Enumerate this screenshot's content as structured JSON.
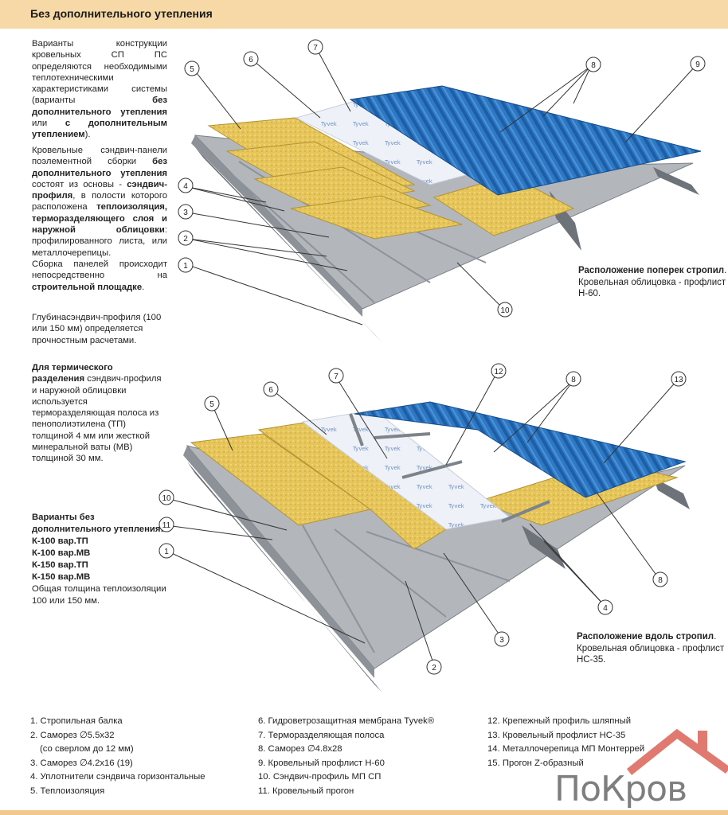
{
  "header": {
    "title": "Без дополнительного утепления"
  },
  "intro": {
    "p1_a": "Варианты конструкции кровельных СП ПС определяются необходимыми теплотехническими характеристиками системы (варианты ",
    "p1_b": "без дополнительного утепления",
    "p1_c": " или ",
    "p1_d": "с дополнительным утеплением",
    "p1_e": ").",
    "p2_a": "Кровельные сэндвич-панели поэлементной сборки ",
    "p2_b": "без дополнительного утепления",
    "p2_c": " состоят из основы - ",
    "p2_d": "сэндвич-профиля",
    "p2_e": ", в полости которого расположена ",
    "p2_f": "теплоизоляция, терморазделяющего слоя и наружной облицовки",
    "p2_g": ": профилированного листа, или металлочерепицы.",
    "p2_h": "Сборка панелей происходит непосредственно на ",
    "p2_i": "строительной площадке",
    "p2_j": ".",
    "p3": "Глубинасэндвич-профиля (100 или 150 мм) определяется прочностным расчетами.",
    "p4_a": "Для термического разделения",
    "p4_b": " сэндвич-профиля и наружной облицовки используется терморазделяющая полоса из пенополиэтилена (ТП) толщиной 4 мм или жесткой минеральной ваты (МВ) толщиной 30 мм."
  },
  "variants": {
    "title": "Варианты без дополнительного утепления:",
    "items": [
      "К-100 вар.ТП",
      "К-100 вар.МВ",
      "К-150 вар.ТП",
      "К-150 вар.МВ"
    ],
    "note": "Общая толщина теплоизоляции 100 или 150 мм."
  },
  "captions": {
    "top_title": "Расположение поперек стропил",
    "top_dot": ".",
    "top_text": "Кровельная облицовка - профлист Н-60.",
    "bottom_title": "Расположение вдоль стропил",
    "bottom_dot": ".",
    "bottom_text": "Кровельная облицовка - профлист НС-35."
  },
  "membrane_brand": "Tyvek",
  "callouts": {
    "top": [
      "5",
      "6",
      "7",
      "8",
      "9",
      "4",
      "3",
      "2",
      "1",
      "10"
    ],
    "bottom": [
      "7",
      "12",
      "8",
      "13",
      "6",
      "5",
      "10",
      "11",
      "1",
      "4",
      "8",
      "3",
      "2"
    ]
  },
  "legend": {
    "col1": [
      "1. Стропильная балка",
      "2. Саморез ∅5.5x32",
      "(со сверлом до 12 мм)",
      "3. Саморез ∅4.2x16 (19)",
      "4. Уплотнители сэндвича горизонтальные",
      "5. Теплоизоляция"
    ],
    "col2": [
      "6. Гидроветрозащитная мембрана Tyvek®",
      "7. Терморазделяющая полоса",
      "8. Саморез ∅4.8x28",
      "9. Кровельный профлист Н-60",
      "10. Сэндвич-профиль МП СП",
      "11. Кровельный прогон"
    ],
    "col3": [
      "12. Крепежный профиль шляпный",
      "13. Кровельный профлист НС-35",
      "14. Металлочерепица МП Монтеррей",
      "15. Прогон Z-образный"
    ]
  },
  "logo": {
    "text": "ПоКров"
  },
  "colors": {
    "header": "#f6d9a6",
    "insulation": "#e8c95a",
    "roof_blue": "#2f79c4",
    "steel": "#9a9fa5"
  }
}
